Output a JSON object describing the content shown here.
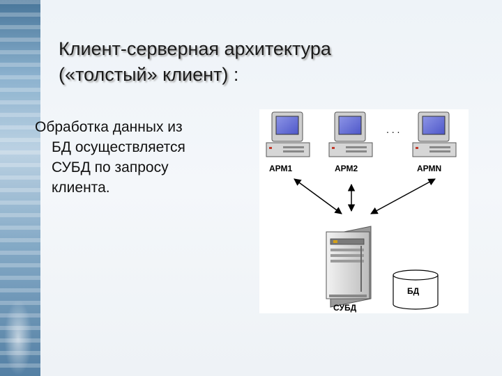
{
  "slide": {
    "title_line1": "Клиент-серверная архитектура",
    "title_line2": "(«толстый» клиент)",
    "title_colon": " :",
    "body_line1": "Обработка данных из",
    "body_line2": "БД осуществляется",
    "body_line3": "СУБД  по запросу",
    "body_line4": "клиента."
  },
  "diagram": {
    "workstations": [
      "АРМ1",
      "АРМ2",
      "АРМN"
    ],
    "ellipsis": ". . .",
    "server_label": "СУБД",
    "db_label": "БД"
  }
}
